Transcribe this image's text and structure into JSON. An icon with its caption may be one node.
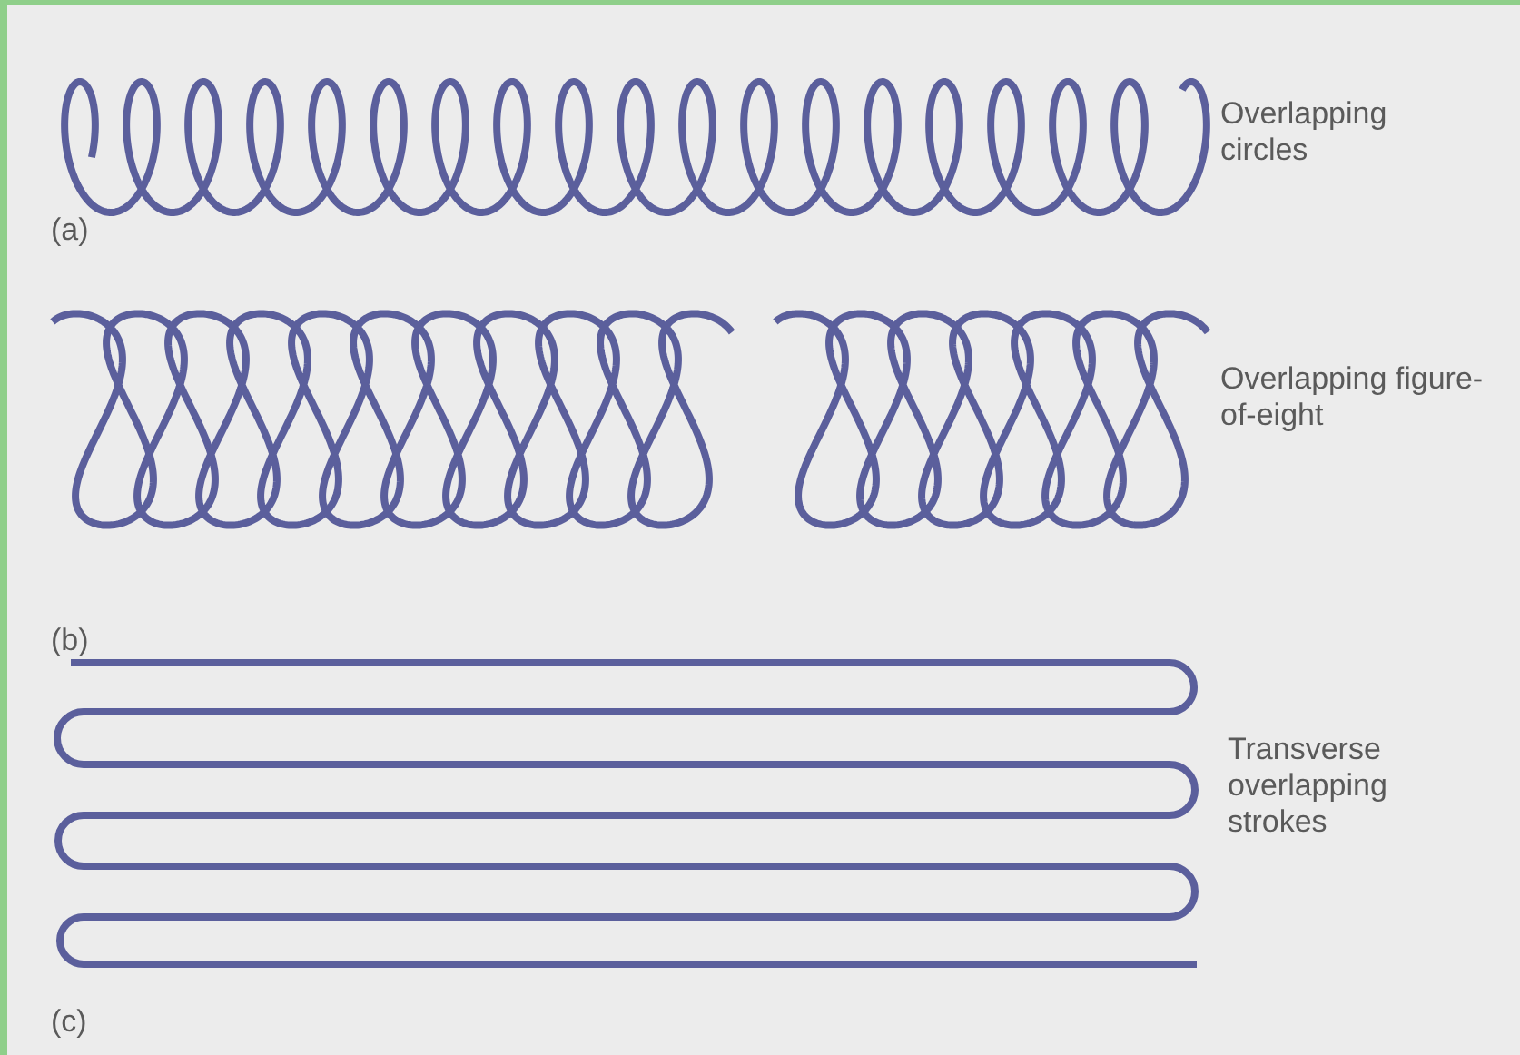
{
  "diagram": {
    "labels": [
      "Overlapping circles",
      "(a)",
      "Overlapping figure-of-eight",
      "(b)",
      "Transverse overlapping strokes",
      "(c)"
    ]
  }
}
